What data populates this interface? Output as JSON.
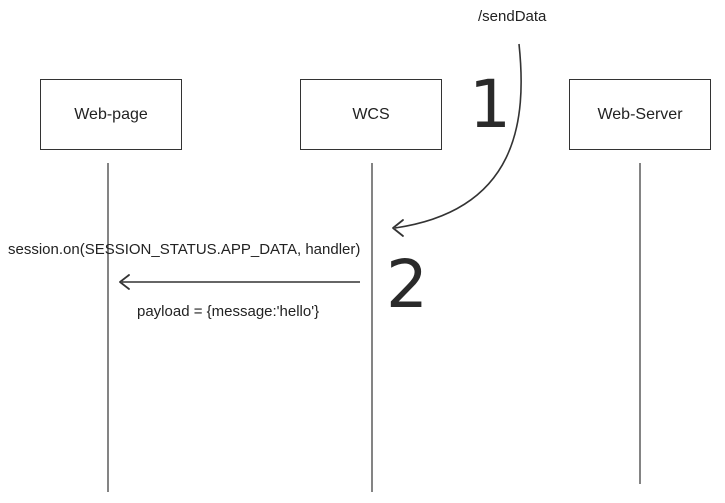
{
  "participants": {
    "web_page": "Web-page",
    "wcs": "WCS",
    "web_server": "Web-Server"
  },
  "messages": {
    "send_data": "/sendData",
    "session_handler": "session.on(SESSION_STATUS.APP_DATA, handler)",
    "payload": "payload = {message:'hello'}"
  },
  "steps": {
    "step1": "1",
    "step2": "2"
  }
}
